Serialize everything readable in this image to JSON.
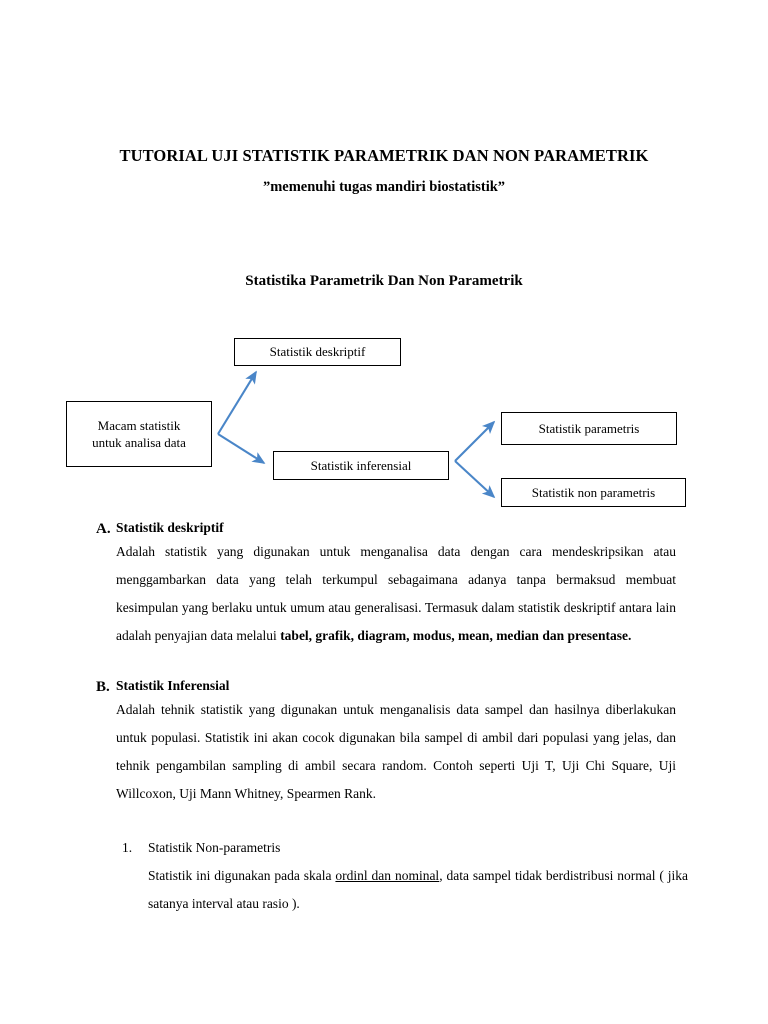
{
  "document": {
    "title": "TUTORIAL UJI STATISTIK PARAMETRIK DAN NON PARAMETRIK",
    "subtitle": "”memenuhi tugas mandiri biostatistik”",
    "section_heading": "Statistika Parametrik Dan Non Parametrik"
  },
  "diagram": {
    "arrow_color": "#4A86C8",
    "box_border_color": "#000000",
    "nodes": [
      {
        "id": "root",
        "label": "Macam statistik untuk analisa data"
      },
      {
        "id": "deskriptif",
        "label": "Statistik deskriptif"
      },
      {
        "id": "inferensial",
        "label": "Statistik inferensial"
      },
      {
        "id": "parametris",
        "label": "Statistik parametris"
      },
      {
        "id": "nonparametris",
        "label": "Statistik non parametris"
      }
    ],
    "root_label_line1": "Macam statistik",
    "root_label_line2": "untuk analisa data"
  },
  "sections": [
    {
      "marker": "A.",
      "heading": "Statistik deskriptif",
      "body_plain": "Adalah statistik yang digunakan untuk menganalisa data dengan cara mendeskripsikan atau menggambarkan data yang telah terkumpul sebagaimana adanya tanpa bermaksud membuat kesimpulan yang berlaku untuk umum atau generalisasi. Termasuk dalam statistik deskriptif antara lain adalah penyajian data melalui ",
      "body_bold": "tabel, grafik, diagram, modus, mean, median dan presentase."
    },
    {
      "marker": "B.",
      "heading": "Statistik Inferensial",
      "body_plain": "Adalah tehnik statistik yang digunakan untuk menganalisis data sampel dan hasilnya diberlakukan untuk populasi. Statistik ini akan cocok digunakan bila sampel di ambil dari populasi yang jelas, dan tehnik pengambilan sampling di ambil secara random. Contoh seperti Uji T, Uji Chi Square, Uji Willcoxon, Uji Mann Whitney, Spearmen Rank."
    }
  ],
  "sub_items": [
    {
      "marker": "1.",
      "title": "Statistik Non-parametris",
      "text_before": "Statistik ini digunakan pada skala ",
      "text_underline": "ordinl dan nominal",
      "text_after": ", data sampel tidak berdistribusi normal ( jika satanya interval atau rasio )."
    }
  ]
}
